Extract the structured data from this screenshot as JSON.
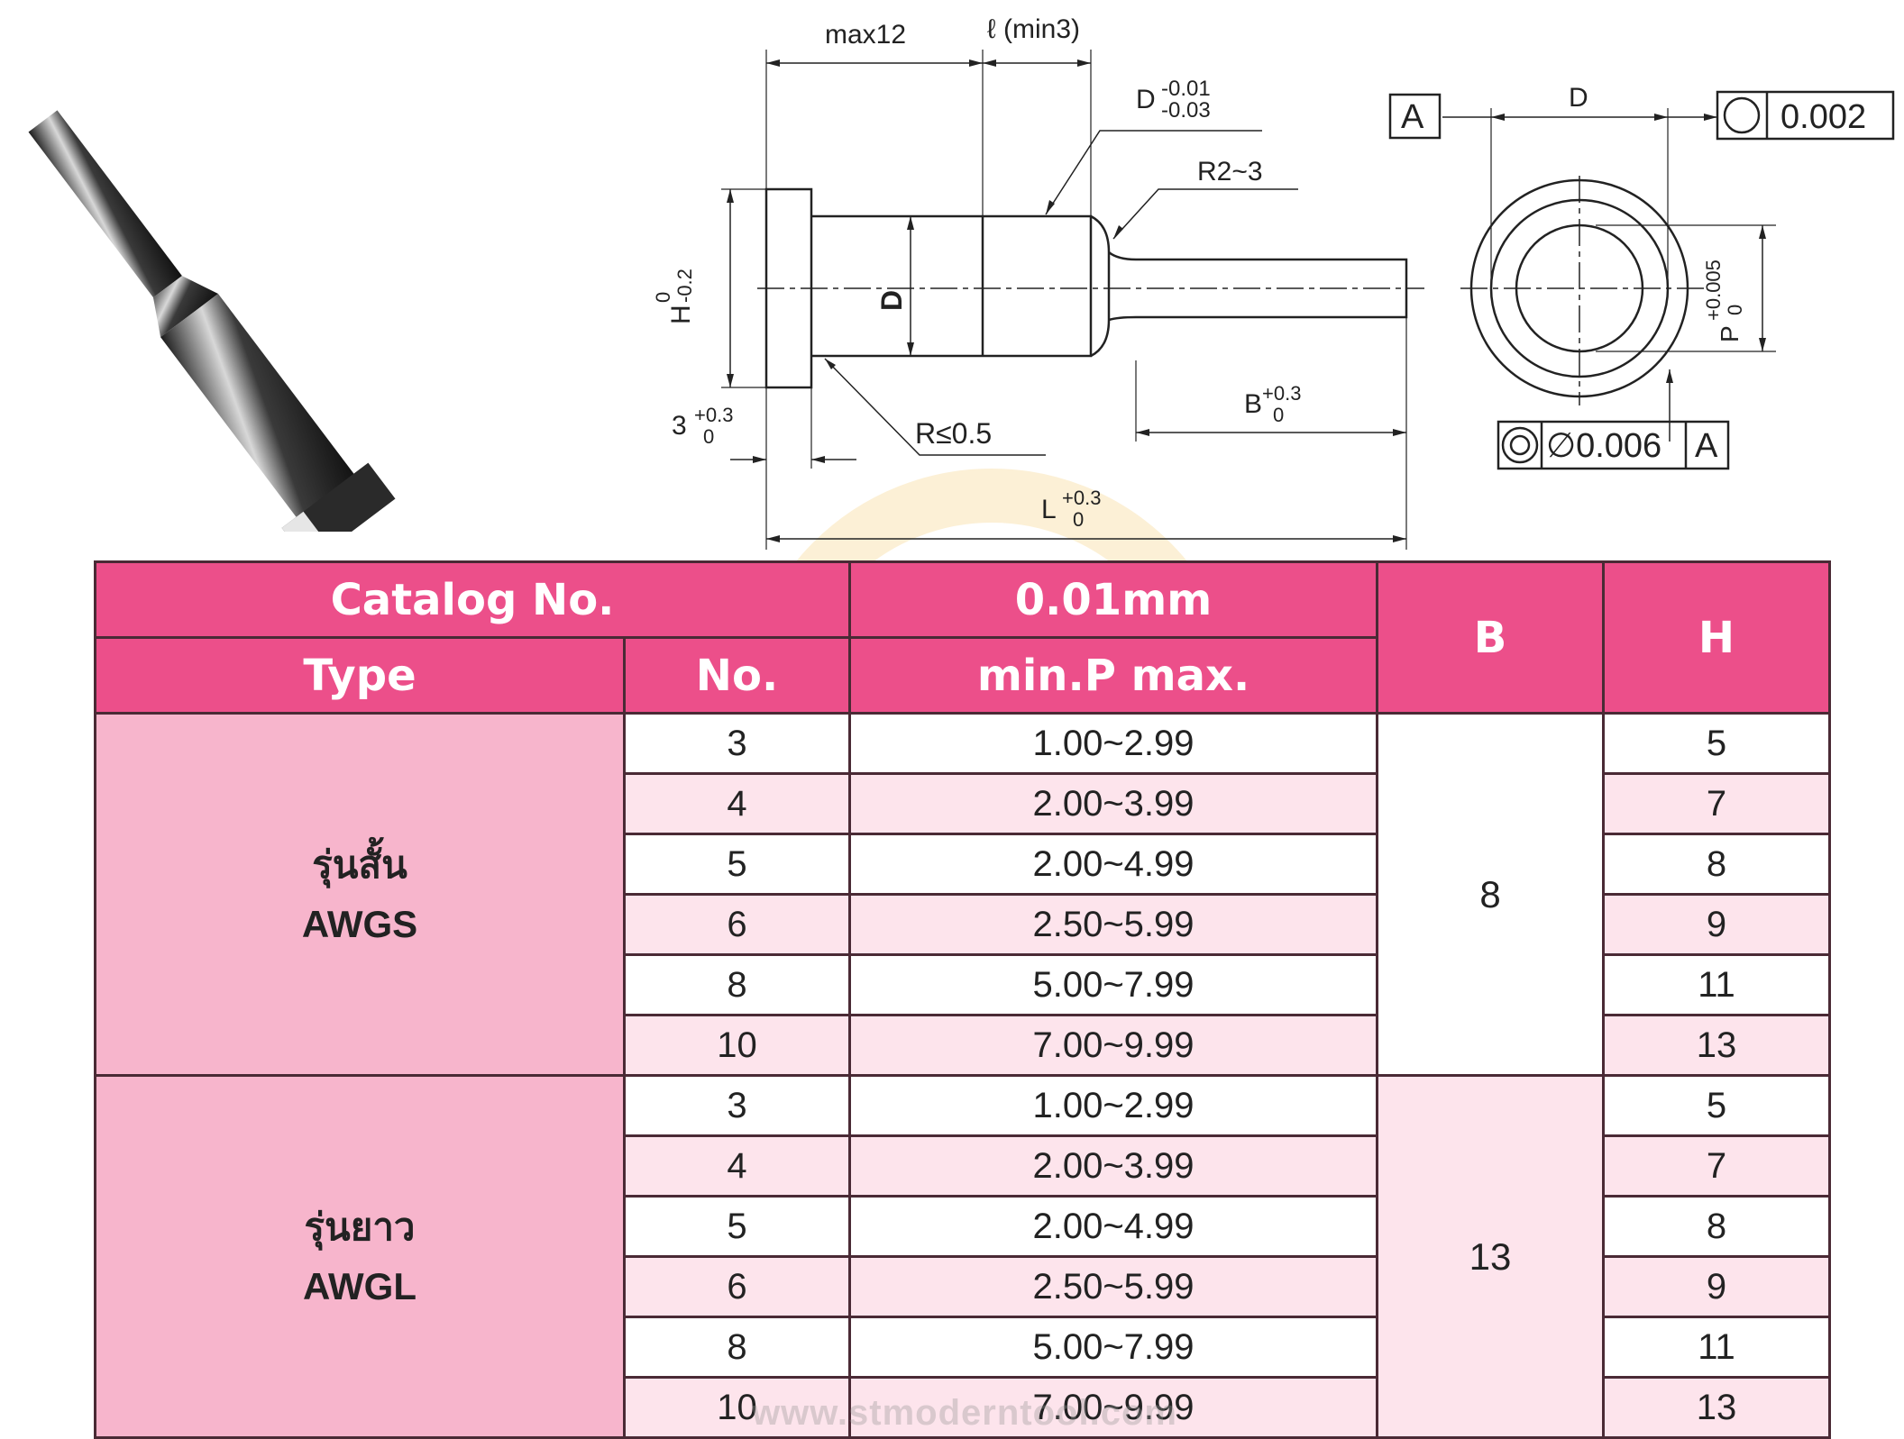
{
  "drawing": {
    "side_view": {
      "max_len_label": "max12",
      "ell_label": "ℓ (min3)",
      "d_tol_label": "D",
      "d_tol_upper": "-0.01",
      "d_tol_lower": "-0.03",
      "r_fillet_label": "R2~3",
      "h_label": "H",
      "h_tol_upper": "0",
      "h_tol_lower": "-0.2",
      "d_label": "D",
      "head_label": "3",
      "head_tol_upper": "+0.3",
      "head_tol_lower": "0",
      "r_small_label": "R≤0.5",
      "b_label": "B",
      "b_tol_upper": "+0.3",
      "b_tol_lower": "0",
      "l_label": "L",
      "l_tol_upper": "+0.3",
      "l_tol_lower": "0"
    },
    "end_view": {
      "datum_label": "A",
      "d_label": "D",
      "roundness_value": "0.002",
      "p_label": "P",
      "p_tol_upper": "+0.005",
      "p_tol_lower": "0",
      "concentricity_value": "∅0.006",
      "concentricity_datum": "A"
    }
  },
  "table": {
    "headers": {
      "catalog_no": "Catalog  No.",
      "tolerance": "0.01mm",
      "b": "B",
      "h": "H",
      "type": "Type",
      "no": "No.",
      "p_range": "min.P  max."
    },
    "groups": [
      {
        "type_thai": "รุ่นสั้น",
        "type_code": "AWGS",
        "b": "8",
        "rows": [
          {
            "no": "3",
            "p": "1.00~2.99",
            "h": "5"
          },
          {
            "no": "4",
            "p": "2.00~3.99",
            "h": "7"
          },
          {
            "no": "5",
            "p": "2.00~4.99",
            "h": "8"
          },
          {
            "no": "6",
            "p": "2.50~5.99",
            "h": "9"
          },
          {
            "no": "8",
            "p": "5.00~7.99",
            "h": "11"
          },
          {
            "no": "10",
            "p": "7.00~9.99",
            "h": "13"
          }
        ]
      },
      {
        "type_thai": "รุ่นยาว",
        "type_code": "AWGL",
        "b": "13",
        "rows": [
          {
            "no": "3",
            "p": "1.00~2.99",
            "h": "5"
          },
          {
            "no": "4",
            "p": "2.00~3.99",
            "h": "7"
          },
          {
            "no": "5",
            "p": "2.00~4.99",
            "h": "8"
          },
          {
            "no": "6",
            "p": "2.50~5.99",
            "h": "9"
          },
          {
            "no": "8",
            "p": "5.00~7.99",
            "h": "11"
          },
          {
            "no": "10",
            "p": "7.00~9.99",
            "h": "13"
          }
        ]
      }
    ]
  },
  "watermark_url": "www.stmoderntool.com",
  "colors": {
    "header_pink": "#ec4f8a",
    "type_pink": "#f7b5cc",
    "row_light_pink": "#fde4ec",
    "border": "#4a2a35"
  }
}
